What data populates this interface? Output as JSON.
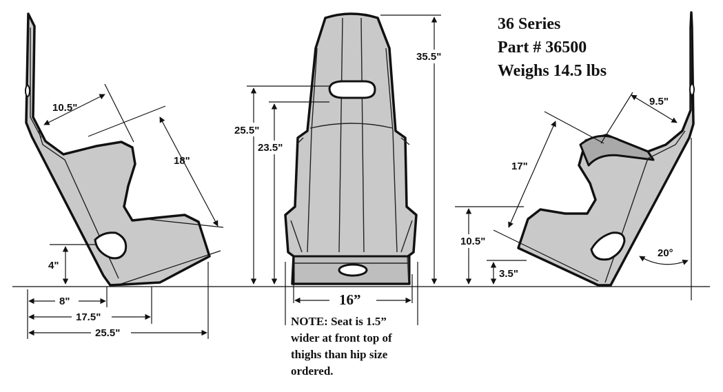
{
  "spec": {
    "series": "36 Series",
    "part": "Part # 36500",
    "weight": "Weighs 14.5 lbs"
  },
  "side_view_left": {
    "shoulder_width": "10.5\"",
    "seat_back_height": "18\"",
    "hole_height": "4\"",
    "base_8": "8\"",
    "base_17_5": "17.5\"",
    "base_25_5": "25.5\""
  },
  "front_view": {
    "height_25_5": "25.5\"",
    "height_23_5": "23.5\"",
    "height_35_5": "35.5\"",
    "width": "16”"
  },
  "side_view_right": {
    "shoulder_width": "9.5\"",
    "back_height": "17\"",
    "seat_height": "10.5\"",
    "cushion_height": "3.5\"",
    "angle": "20°"
  },
  "note": {
    "line1": "NOTE:  Seat is 1.5”",
    "line2": "wider at front top of",
    "line3": "thighs than hip size",
    "line4": "ordered."
  },
  "colors": {
    "shell_fill": "#c9c9c9",
    "line": "#111111",
    "background": "#ffffff"
  }
}
